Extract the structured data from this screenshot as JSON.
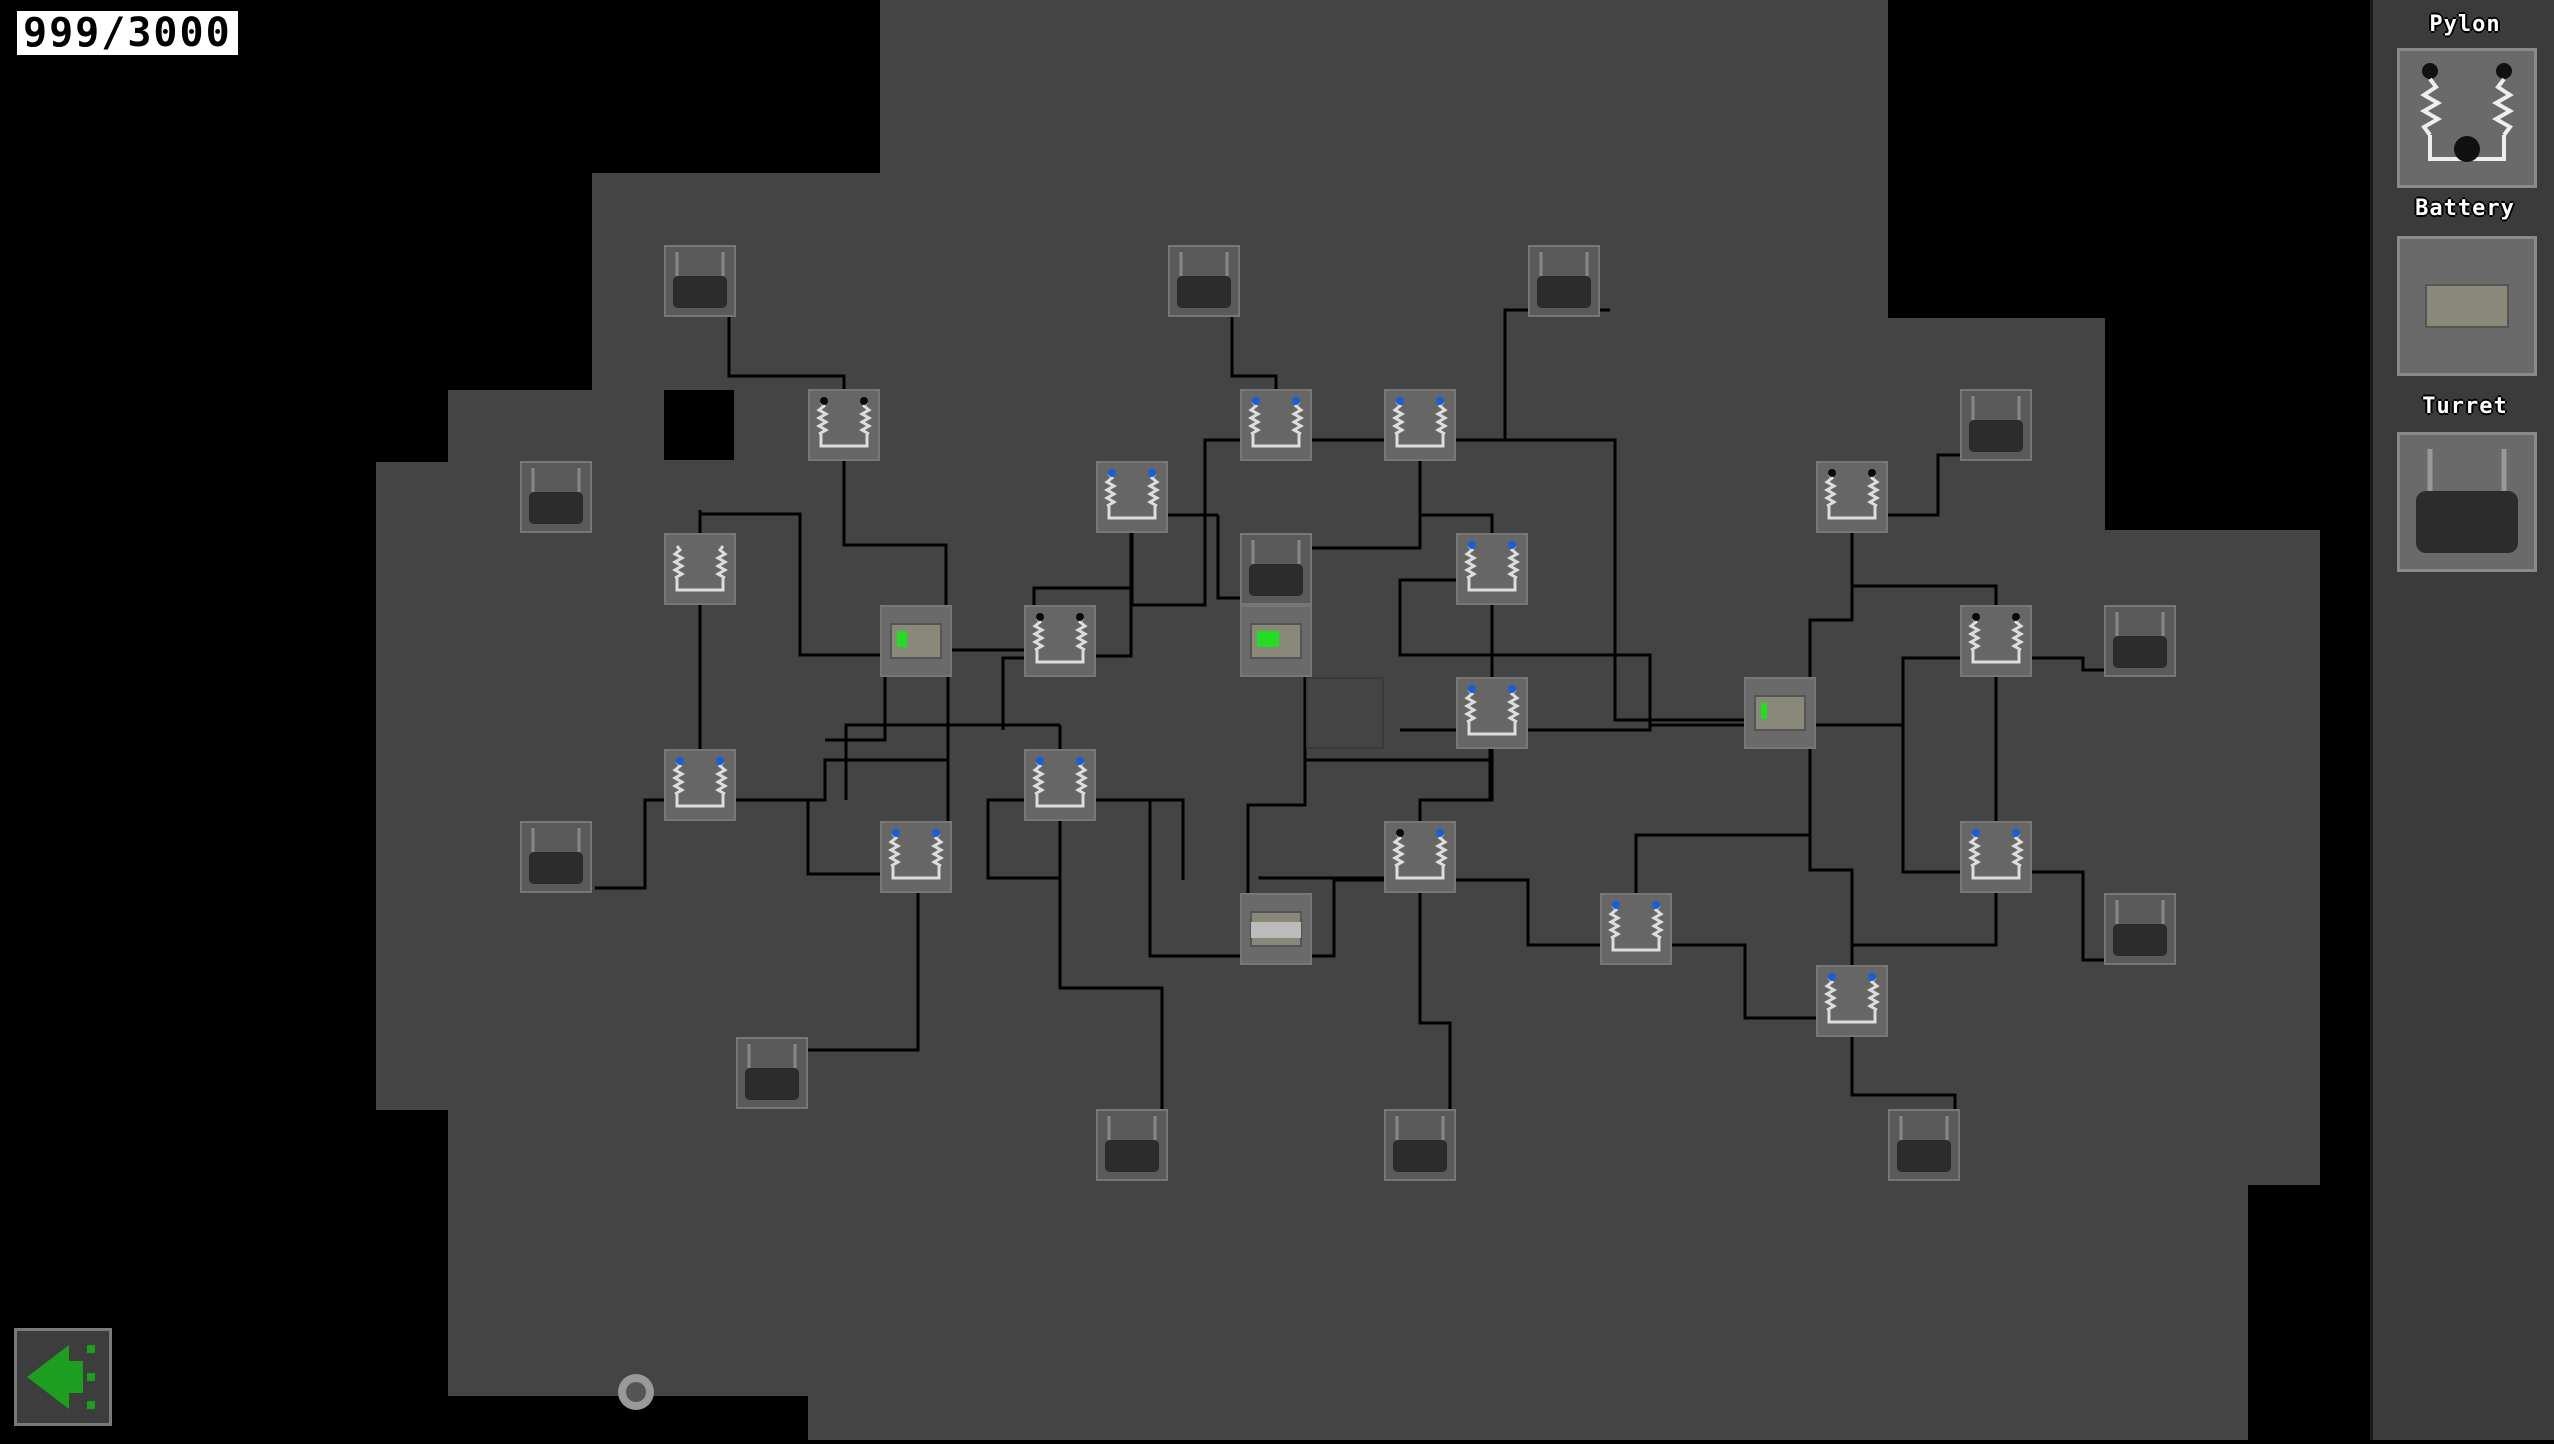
{
  "hud": {
    "counter": "999/3000"
  },
  "palette": {
    "items": [
      {
        "label": "Pylon",
        "icon": "pylon-icon"
      },
      {
        "label": "Battery",
        "icon": "battery-icon"
      },
      {
        "label": "Turret",
        "icon": "turret-icon"
      }
    ]
  },
  "colors": {
    "floor": "#444444",
    "void": "#000000",
    "wire": "#000000",
    "charge": "#22dd22",
    "pylon_active_light": "#1a5fd6",
    "pylon_idle_light": "#0a0a0a",
    "back_button_icon": "#1e9e1e"
  },
  "back_button": {
    "icon": "back-arrow-icon"
  }
}
